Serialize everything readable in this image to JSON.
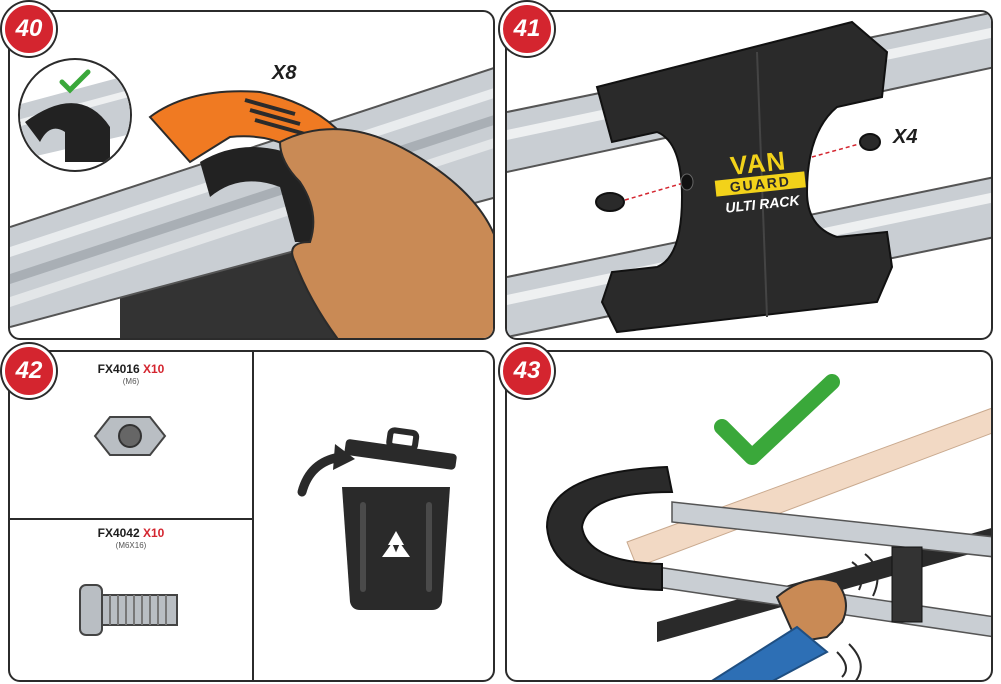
{
  "steps": [
    {
      "number": "40",
      "quantity": "X8"
    },
    {
      "number": "41",
      "quantity": "X4",
      "logo_line1": "VAN",
      "logo_line2": "GUARD",
      "logo_line3": "ULTI RACK"
    },
    {
      "number": "42",
      "parts": [
        {
          "code": "FX4016",
          "qty": "X10",
          "size": "(M6)"
        },
        {
          "code": "FX4042",
          "qty": "X10",
          "size": "(M6X16)"
        }
      ]
    },
    {
      "number": "43"
    }
  ],
  "colors": {
    "badge": "#d4252f",
    "accent_orange": "#f07a22",
    "check_green": "#3aa83a",
    "plastic_black": "#2a2a2a"
  }
}
